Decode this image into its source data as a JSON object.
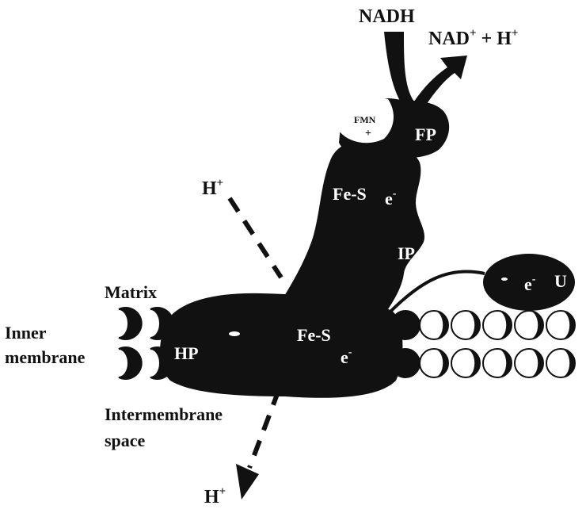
{
  "diagram": {
    "labels": {
      "nadh": "NADH",
      "nad_plus": "NAD",
      "nad_plus_sup": "+",
      "nad_plus_rest": " + H",
      "nad_plus_rest_sup": "+",
      "fmn": "FMN",
      "fmn_plus": "+",
      "fp": "FP",
      "h_top": "H",
      "h_top_sup": "+",
      "fes_upper": "Fe-S",
      "e_upper": "e",
      "e_upper_sup": "-",
      "ip": "IP",
      "e_u": "e",
      "e_u_sup": "-",
      "u": "U",
      "matrix": "Matrix",
      "inner_line1": "Inner",
      "inner_line2": "membrane",
      "hp": "HP",
      "fes_lower": "Fe-S",
      "e_lower": "e",
      "e_lower_sup": "-",
      "intermembrane_line1": "Intermembrane",
      "intermembrane_line2": "space",
      "h_bottom": "H",
      "h_bottom_sup": "+"
    }
  }
}
